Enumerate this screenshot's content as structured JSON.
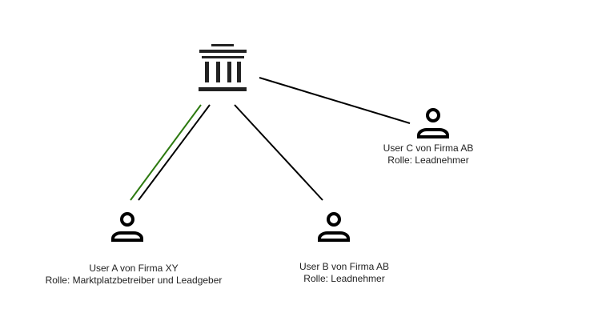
{
  "colors": {
    "stroke": "#000000",
    "icon": "#222222",
    "highlight": "#2d7a10",
    "background": "#ffffff"
  },
  "icons": {
    "institution": "institution-icon",
    "user": "person-icon"
  },
  "nodes": {
    "institution": {
      "icon": "institution-icon"
    },
    "user_a": {
      "name": "User A von Firma XY",
      "role": "Rolle: Marktplatzbetreiber und Leadgeber"
    },
    "user_b": {
      "name": "User B von Firma AB",
      "role": "Rolle: Leadnehmer"
    },
    "user_c": {
      "name": "User C von Firma AB",
      "role": "Rolle: Leadnehmer"
    }
  },
  "edges": [
    {
      "from": "institution",
      "to": "user_a",
      "color": "#000000"
    },
    {
      "from": "institution",
      "to": "user_a",
      "color": "#2d7a10",
      "note": "highlighted"
    },
    {
      "from": "institution",
      "to": "user_b",
      "color": "#000000"
    },
    {
      "from": "institution",
      "to": "user_c",
      "color": "#000000"
    }
  ]
}
